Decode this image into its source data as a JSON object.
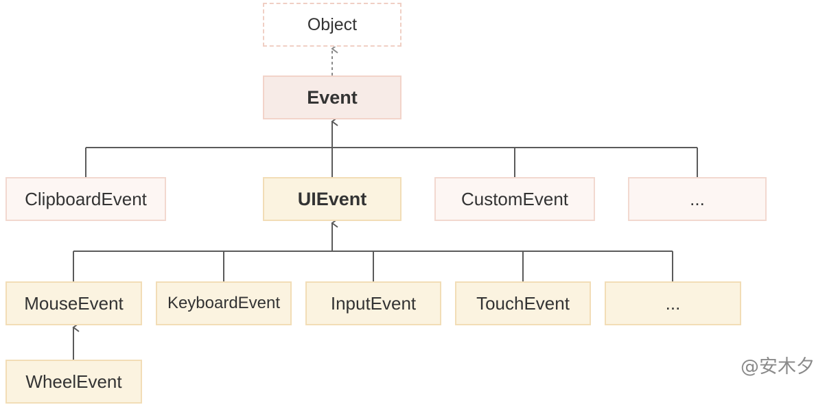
{
  "nodes": {
    "object": "Object",
    "event": "Event",
    "clipboard_event": "ClipboardEvent",
    "ui_event": "UIEvent",
    "custom_event": "CustomEvent",
    "event_more": "...",
    "mouse_event": "MouseEvent",
    "keyboard_event": "KeyboardEvent",
    "input_event": "InputEvent",
    "touch_event": "TouchEvent",
    "ui_event_more": "...",
    "wheel_event": "WheelEvent"
  },
  "watermark": "@安木夕",
  "colors": {
    "line": "#5a5a5a",
    "dashed_line": "#8a8a8a",
    "event_fill": "#f7ebe7",
    "pink_fill": "#fdf6f3",
    "yellow_fill": "#fbf3e0"
  }
}
